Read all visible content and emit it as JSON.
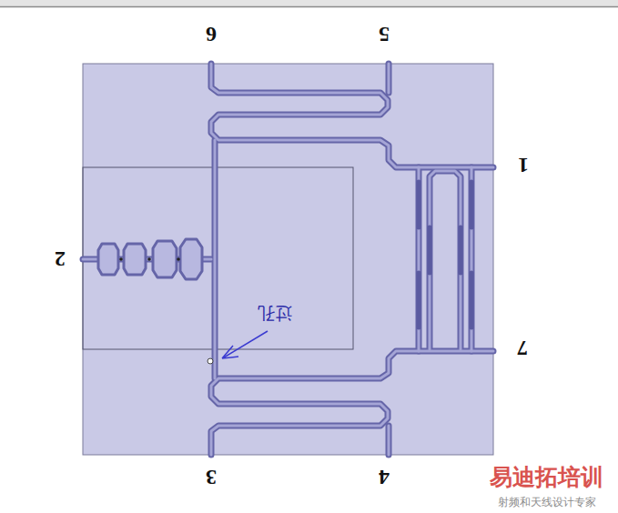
{
  "diagram": {
    "labels": [
      "6",
      "5",
      "1",
      "2",
      "7",
      "3",
      "4",
      "过孔",
      "易迪拓培训",
      "射频和天线设计专家"
    ]
  }
}
